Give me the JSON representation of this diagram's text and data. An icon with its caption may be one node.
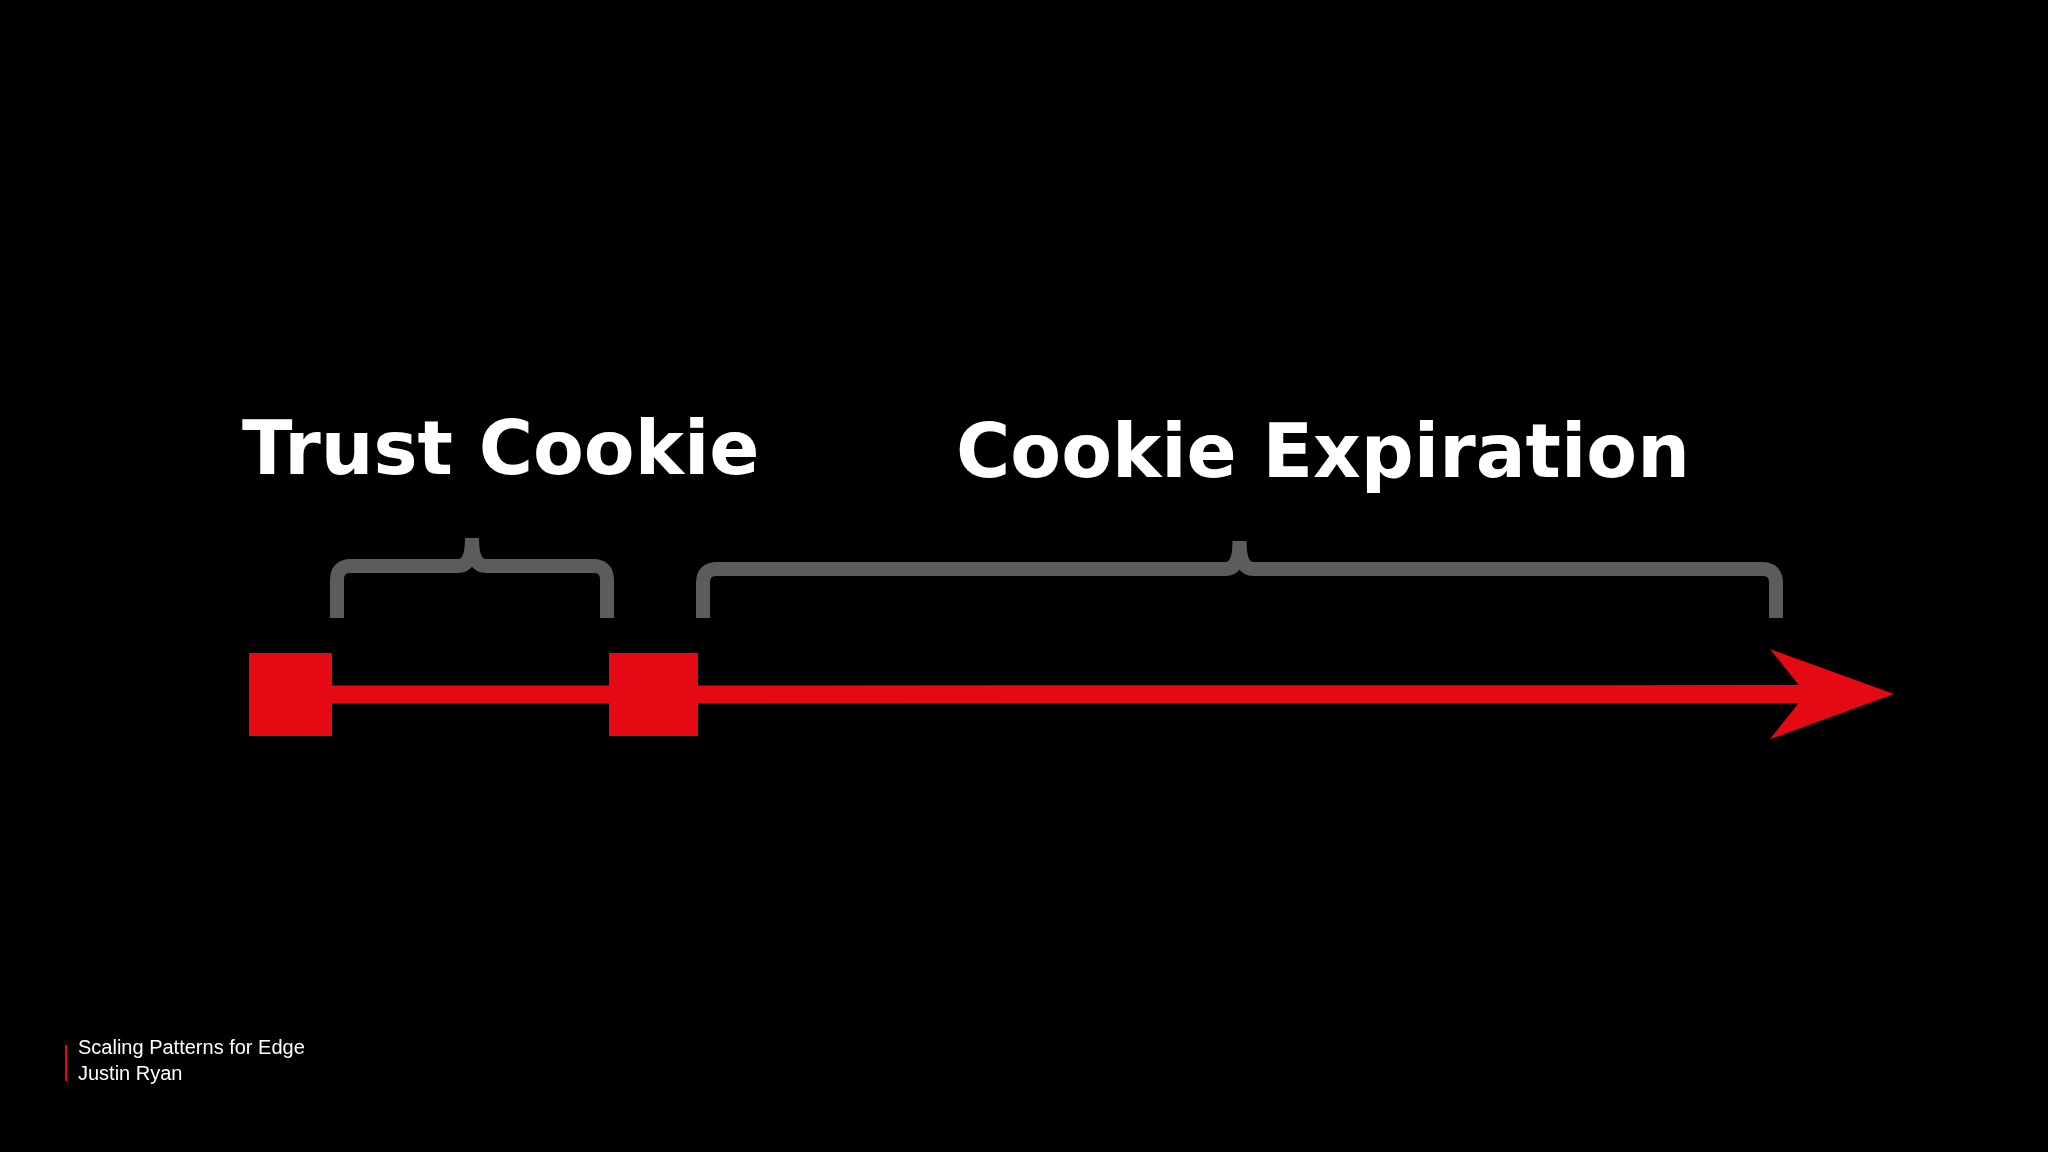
{
  "diagram": {
    "nodes": [
      {
        "text": [],
        "shape": "box"
      },
      {
        "text": [],
        "shape": "box"
      }
    ],
    "edges": [
      {
        "from": 0,
        "to": 1,
        "arrow": "none"
      },
      {
        "from": 1,
        "to": null,
        "arrow": "to"
      }
    ],
    "labels": [
      "Trust Cookie",
      "Cookie Expiration",
      "Scaling Patterns for Edge",
      "Justin Ryan"
    ]
  }
}
